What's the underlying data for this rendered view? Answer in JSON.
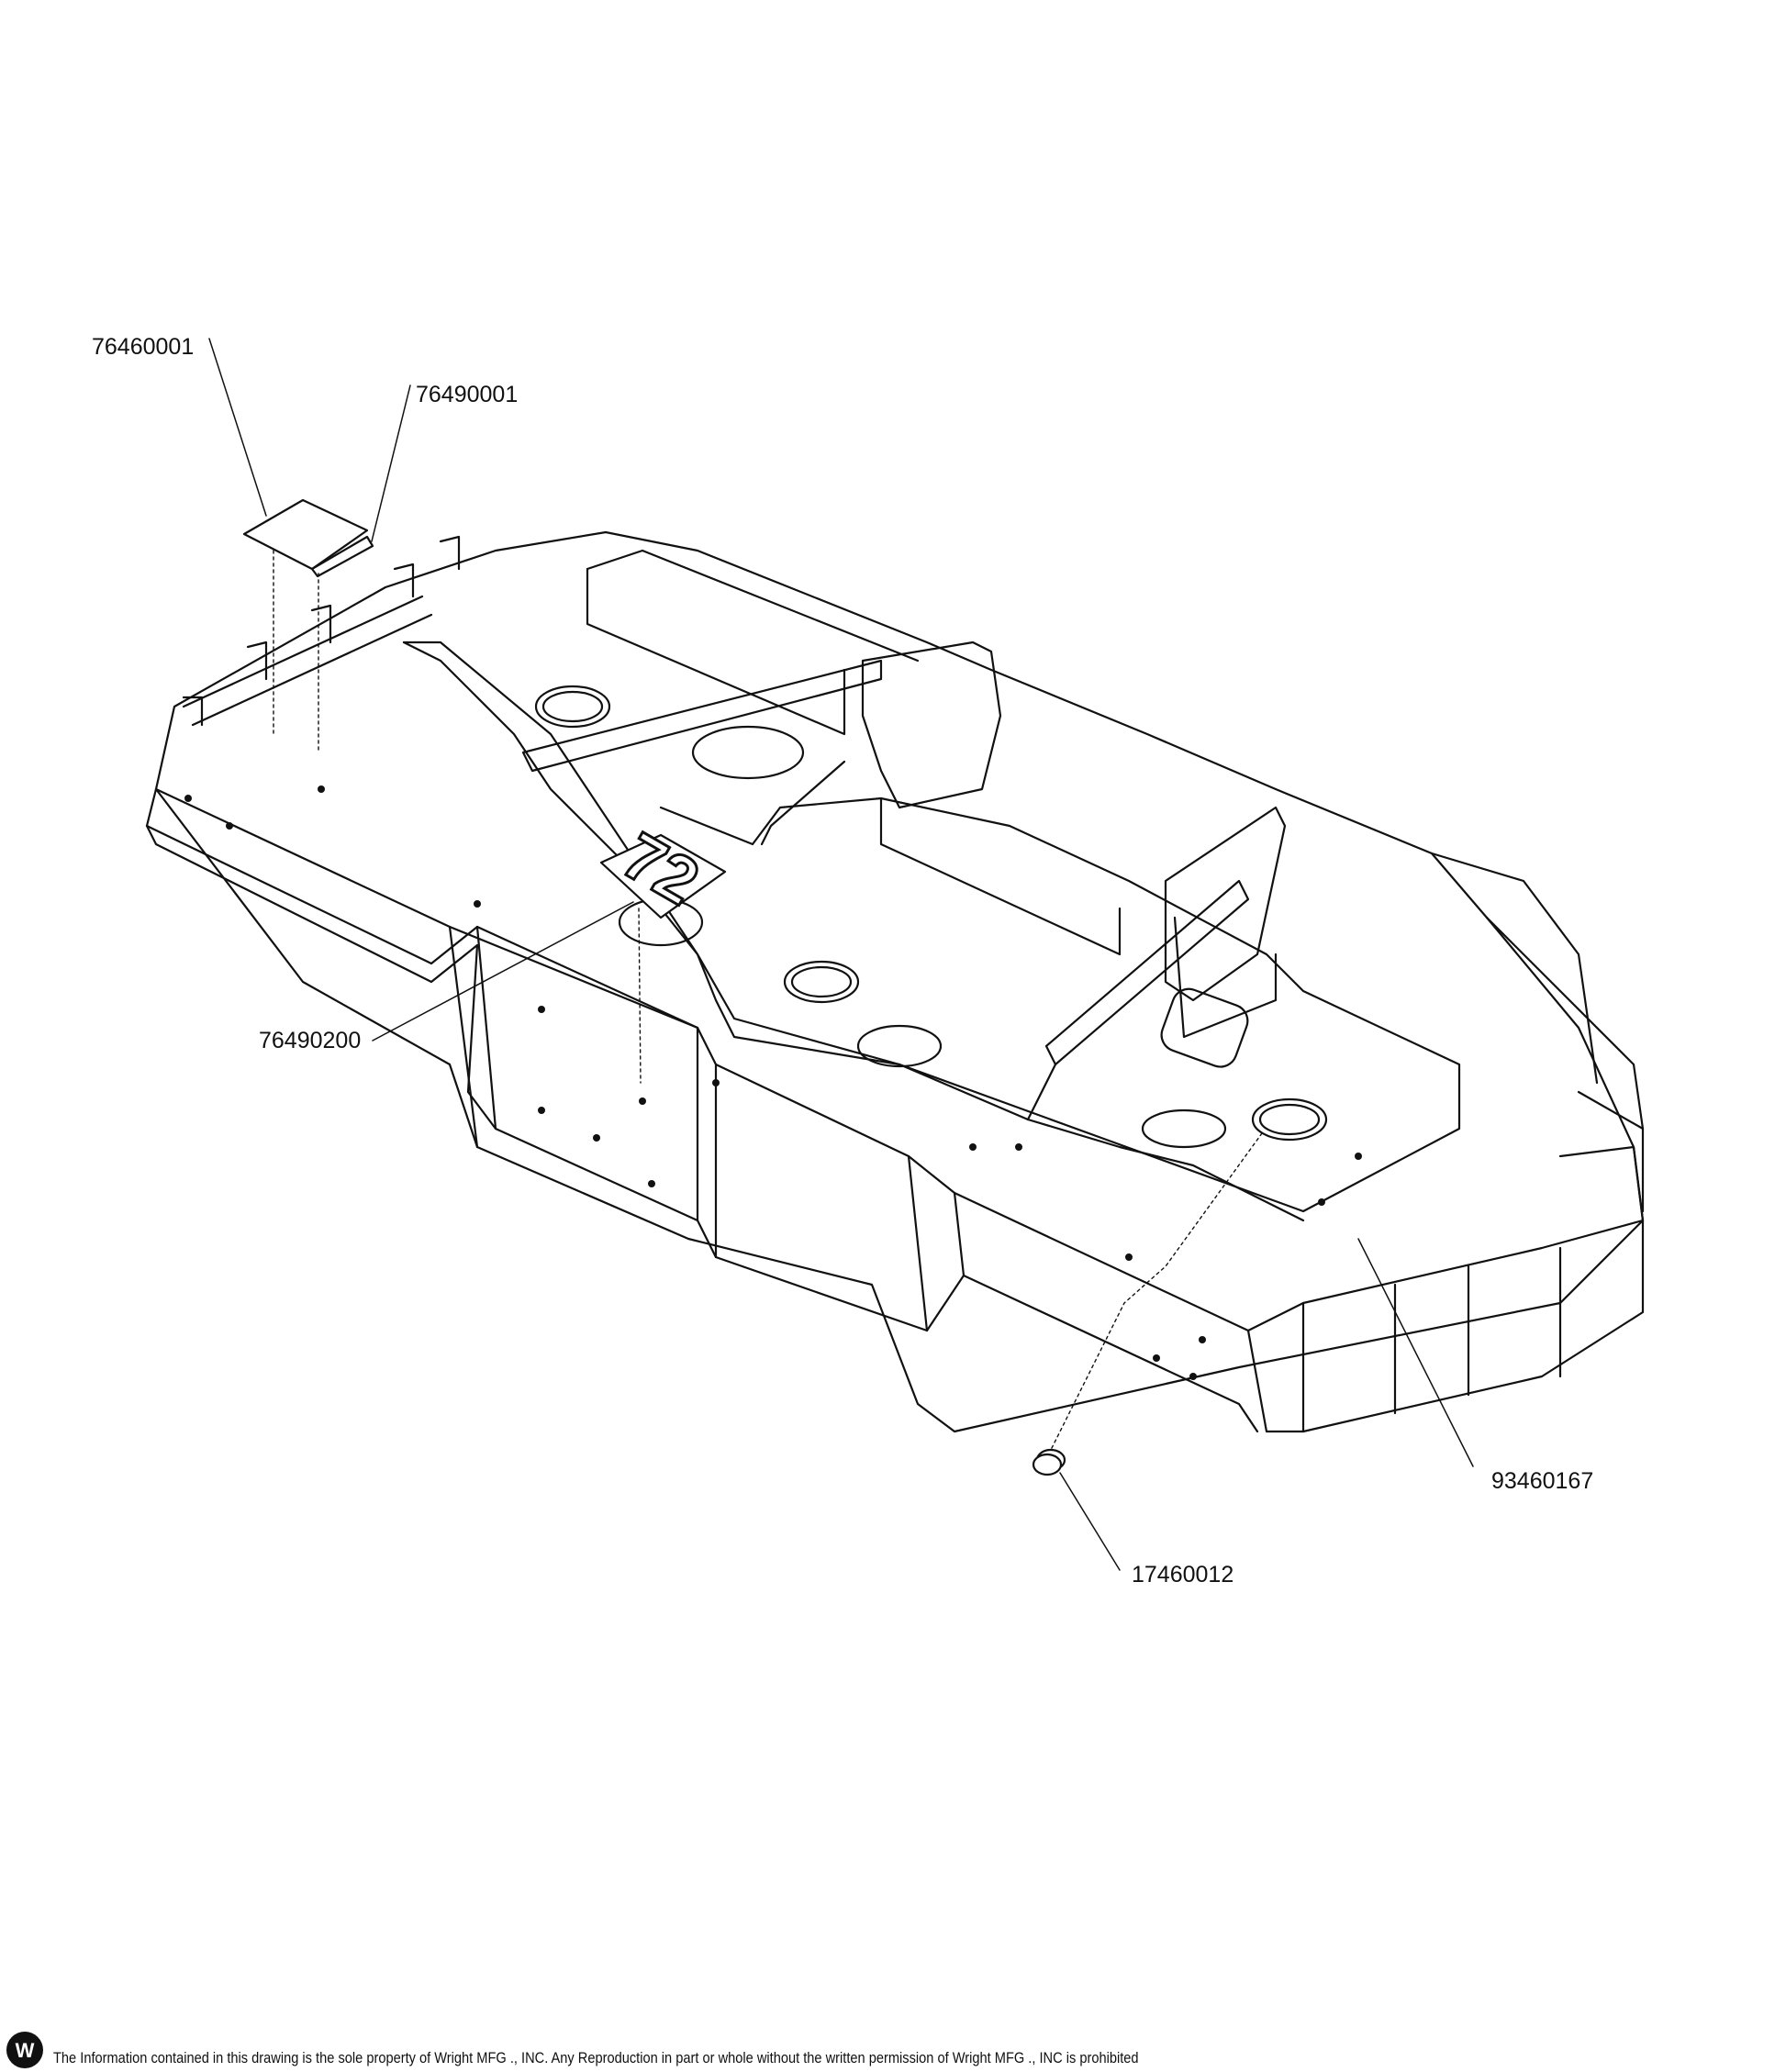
{
  "callouts": [
    {
      "id": "c1",
      "text": "76460001"
    },
    {
      "id": "c2",
      "text": "76490001"
    },
    {
      "id": "c3",
      "text": "76490200"
    },
    {
      "id": "c4",
      "text": "93460167"
    },
    {
      "id": "c5",
      "text": "17460012"
    }
  ],
  "deck_size_decal": "72",
  "logo_text": "W",
  "footer_notice": "The Information contained in this drawing is the sole property of Wright MFG ., INC. Any Reproduction in part or whole without the written permission of Wright MFG ., INC is prohibited"
}
